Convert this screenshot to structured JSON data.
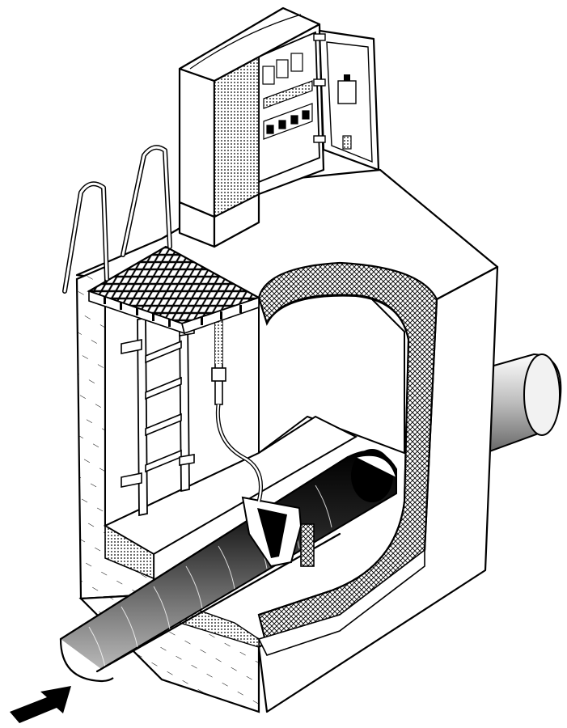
{
  "figure": {
    "colors": {
      "line": "#000000",
      "paper": "#ffffff",
      "concrete_hatch": "#000000",
      "pipe_shade": "#000000"
    },
    "icons": [
      "flow-direction-arrow-icon"
    ],
    "components": [
      "control-cabinet",
      "cabinet-door",
      "handrail",
      "access-grating",
      "wall-ladder",
      "sensor-probe",
      "sensor-cable",
      "channel-pipe",
      "measuring-flume",
      "outlet-pipe",
      "concrete-shaft",
      "inflow-arrow"
    ]
  }
}
